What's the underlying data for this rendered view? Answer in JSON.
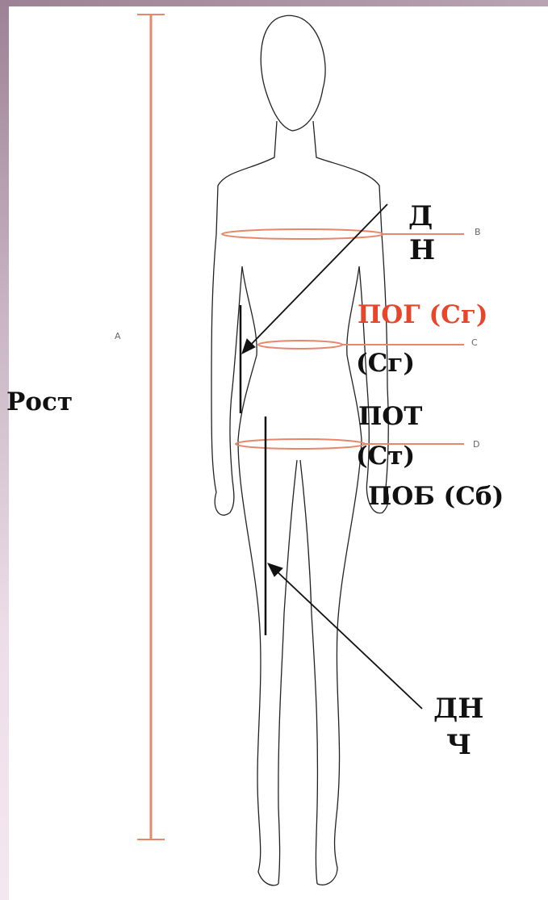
{
  "colors": {
    "measure_line": "#e8866c",
    "outline": "#222222",
    "accent_label": "#e8462a",
    "text": "#111111"
  },
  "letters": {
    "a": "A",
    "b": "B",
    "c": "C",
    "d": "D"
  },
  "labels": {
    "height": "Рост",
    "dn_line1": "Д",
    "dn_line2": "Н",
    "pog_abbr": "ПОГ",
    "pog_code": "(Сг)",
    "sg": "(Сг)",
    "pot_line1": "ПОТ",
    "pot_line2": "(Ст)",
    "pob": "ПОБ (Сб)",
    "dnch_line1": "ДН",
    "dnch_line2": "Ч"
  }
}
